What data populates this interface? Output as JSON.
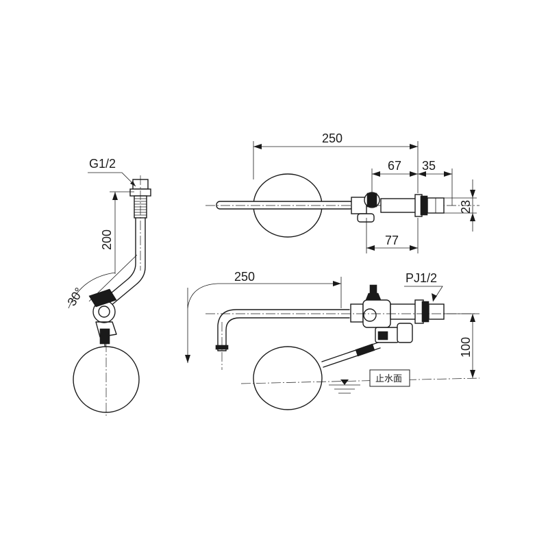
{
  "dimensions": {
    "side_thread": "G1/2",
    "side_length": "200",
    "side_angle": "30°",
    "top_length": "250",
    "top_valve": "67",
    "top_nut": "35",
    "top_height": "23",
    "top_body": "77",
    "front_length": "250",
    "front_thread": "PJ1/2",
    "front_height": "100"
  },
  "labels": {
    "water_stop_level": "止水面"
  }
}
